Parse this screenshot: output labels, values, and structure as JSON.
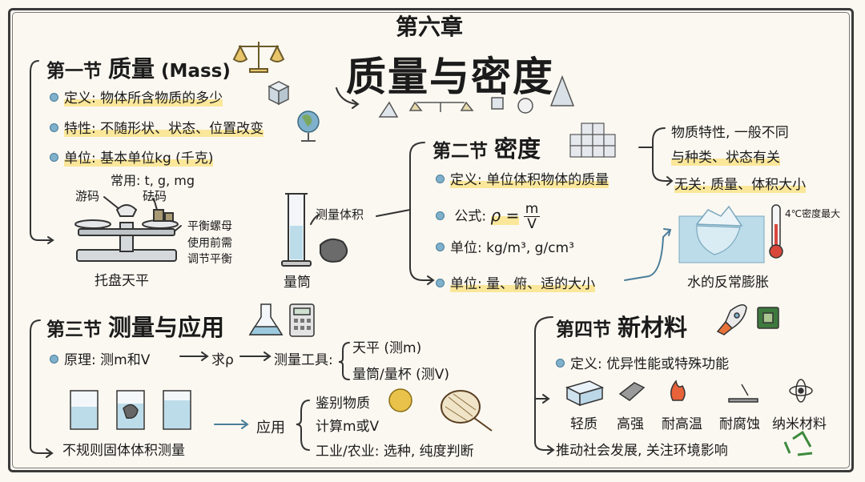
{
  "header": {
    "chapter": "第六章",
    "title": "质量与密度"
  },
  "sec1": {
    "heading": "第一节",
    "name": "质量",
    "name_en": "(Mass)",
    "def": "定义: 物体所含物质的多少",
    "prop": "特性: 不随形状、状态、位置改变",
    "unit": "单位: 基本单位kg (千克)",
    "common": "常用: t, g, mg",
    "balance_labels": {
      "rider": "游码",
      "weights": "砝码",
      "nut": "平衡螺母",
      "note1": "使用前需",
      "note2": "调节平衡"
    },
    "balance_caption": "托盘天平",
    "cylinder_caption": "量筒",
    "measure_volume": "测量体积"
  },
  "sec2": {
    "heading": "第二节",
    "name": "密度",
    "def": "定义: 单位体积物体的质量",
    "formula_label": "公式:",
    "formula_rho": "ρ =",
    "formula_num": "m",
    "formula_den": "V",
    "unit": "单位: kg/m³, g/cm³",
    "unit2": "单位: 量、俯、适的大小",
    "right1a": "物质特性, 一般不同",
    "right1b": "与种类、状态有关",
    "right2": "无关: 质量、体积大小",
    "thermo": "4℃密度最大",
    "water": "水的反常膨胀"
  },
  "sec3": {
    "heading": "第三节",
    "name": "测量与应用",
    "principle_a": "原理: 测m和V",
    "principle_b": "求ρ",
    "principle_c": "测量工具:",
    "tool1": "天平 (测m)",
    "tool2": "量筒/量杯 (测V)",
    "irregular": "不规则固体体积测量",
    "apply": "应用",
    "app1": "鉴别物质",
    "app2": "计算m或V",
    "app3": "工业/农业: 选种, 纯度判断"
  },
  "sec4": {
    "heading": "第四节",
    "name": "新材料",
    "def": "定义: 优异性能或特殊功能",
    "materials": [
      "轻质",
      "高强",
      "耐高温",
      "耐腐蚀",
      "纳米材料"
    ],
    "bottom": "推动社会发展, 关注环境影响"
  },
  "colors": {
    "water": "#bcdcea",
    "highlight": "#fbe79a",
    "bullet": "#7fb0cc"
  }
}
